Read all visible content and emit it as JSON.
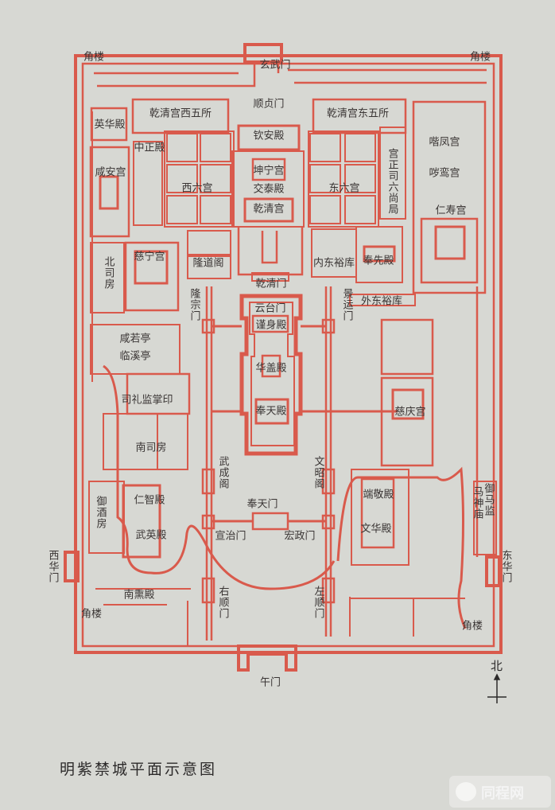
{
  "colors": {
    "wall": "#d95a4c",
    "paper": "#d7d8d3",
    "ink": "#3a3534"
  },
  "caption": "明紫禁城平面示意图",
  "north": "北",
  "watermark": "同程网",
  "labels": {
    "jiaolou_nw": "角楼",
    "jiaolou_ne": "角楼",
    "xuanwumen": "玄武门",
    "xiwusuo": "乾清宫西五所",
    "shunzhenmen": "顺贞门",
    "dongwusuo": "乾清宫东五所",
    "yinghuadian": "英华殿",
    "zhongzhengdian": "中正殿",
    "qinandian": "钦安殿",
    "gongzhengsi": "宫正司六尚局",
    "jiefenggong": "喈凤宫",
    "huiluangong": "哕鸾宫",
    "xiangong": "咸安宫",
    "xiliugong": "西六宫",
    "kunninggong": "坤宁宫",
    "jiaotaidian": "交泰殿",
    "dongliugong": "东六宫",
    "qianqinggong": "乾清宫",
    "renshougong": "仁寿宫",
    "beisifang": "北司房",
    "cininggong": "慈宁宫",
    "longdaoge": "隆道阁",
    "neidongyuku": "内东裕库",
    "fengxiandian": "奉先殿",
    "qianqingmen": "乾清门",
    "longzongmen": "隆宗门",
    "jingyunmen": "景运门",
    "waidongyuku": "外东裕库",
    "yuntaimen": "云台门",
    "jinshendian": "谨身殿",
    "xianruoting": "咸若亭",
    "linxiting": "临溪亭",
    "huagaidian": "华盖殿",
    "siliejian": "司礼监掌印",
    "fengtiandian": "奉天殿",
    "ciqinggong": "慈庆宫",
    "nansifang": "南司房",
    "wuchengge": "武成阁",
    "wenzhaoge": "文昭阁",
    "yujiufang": "御酒房",
    "renzhidian": "仁智殿",
    "duanjingdian": "端敬殿",
    "fengtianmen": "奉天门",
    "yumajian": "御马监",
    "mashenmiao": "马神庙",
    "wuyingdian": "武英殿",
    "xuanzhimen": "宣治门",
    "hongzhengmen": "宏政门",
    "wenhuadian": "文华殿",
    "xihuamen": "西华门",
    "donghuamen": "东华门",
    "youshunmen": "右顺门",
    "zuoshunmen": "左顺门",
    "nanxundian": "南熏殿",
    "jiaolou_sw": "角楼",
    "jiaolou_se": "角楼",
    "wumen": "午门"
  }
}
